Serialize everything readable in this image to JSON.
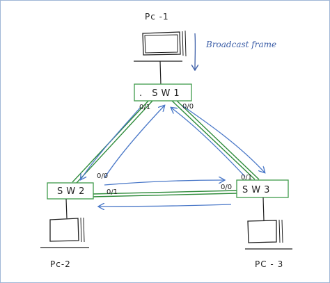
{
  "annotation": {
    "text": "Broadcast frame"
  },
  "switches": {
    "sw1": {
      "label": ". SW1"
    },
    "sw2": {
      "label": "SW2"
    },
    "sw3": {
      "label": "SW3"
    }
  },
  "pcs": {
    "pc1": {
      "label": "Pc -1"
    },
    "pc2": {
      "label": "Pc-2"
    },
    "pc3": {
      "label": "PC - 3"
    }
  },
  "ports": {
    "sw1_left": "0/1",
    "sw1_right": "0/0",
    "sw2_top": "0/0",
    "sw2_right": "0/1",
    "sw3_left": "0/0",
    "sw3_top": "0/1"
  },
  "colors": {
    "link": "#2e8b3a",
    "switch_box": "#3f9a4a",
    "arrow": "#4a78c8",
    "ink": "#1f1f1f"
  }
}
